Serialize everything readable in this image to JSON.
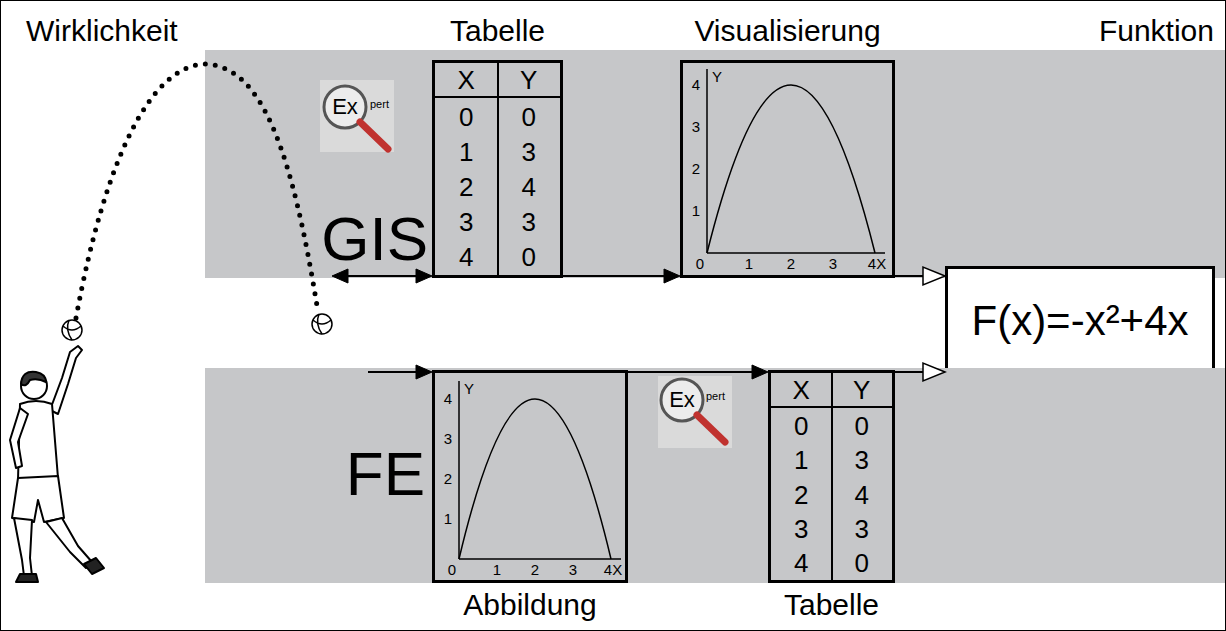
{
  "diagram": {
    "nodes": [
      {
        "text": [
          "GIS"
        ]
      },
      {
        "text": [
          "Tabelle",
          "X",
          "Y",
          "0",
          "0",
          "1",
          "3",
          "2",
          "4",
          "3",
          "3",
          "4",
          "0"
        ],
        "in": 0
      },
      {
        "text": [
          "Visualisierung",
          "4",
          "Y",
          "3",
          "2",
          "1",
          "0",
          "1",
          "2",
          "3",
          "4X"
        ],
        "in": 0
      },
      {
        "text": [
          "F(x)=-x²+4x"
        ]
      },
      {
        "text": [
          "FE"
        ]
      },
      {
        "text": [
          "4",
          "Y",
          "3",
          "2",
          "1",
          "0",
          "1",
          "2",
          "3",
          "4X",
          "Abbildung"
        ],
        "in": 4
      },
      {
        "text": [
          "X",
          "Y",
          "0",
          "0",
          "1",
          "3",
          "2",
          "4",
          "3",
          "3",
          "4",
          "0",
          "Tabelle"
        ],
        "in": 4
      }
    ],
    "edges": [
      {
        "from": 1,
        "to": 2,
        "arrow": "to"
      },
      {
        "from": 2,
        "to": 3,
        "arrow": "to"
      },
      {
        "from": 5,
        "to": 6,
        "arrow": "to"
      },
      {
        "from": 6,
        "to": 3,
        "arrow": "to"
      }
    ],
    "labels": [
      "Wirklichkeit",
      "Ex",
      "pert",
      "Ex",
      "pert",
      "Funktion"
    ]
  }
}
